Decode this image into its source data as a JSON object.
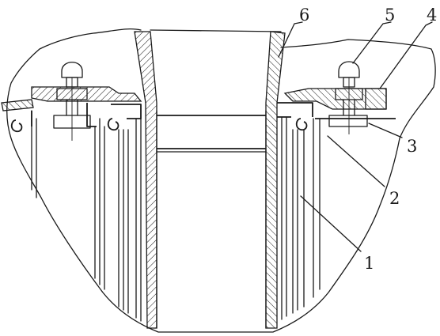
{
  "labels": {
    "l1": "1",
    "l2": "2",
    "l3": "3",
    "l4": "4",
    "l5": "5",
    "l6": "6"
  },
  "colors": {
    "ink": "#1a1a1a",
    "hatch": "#1a1a1a",
    "background": "#ffffff"
  }
}
